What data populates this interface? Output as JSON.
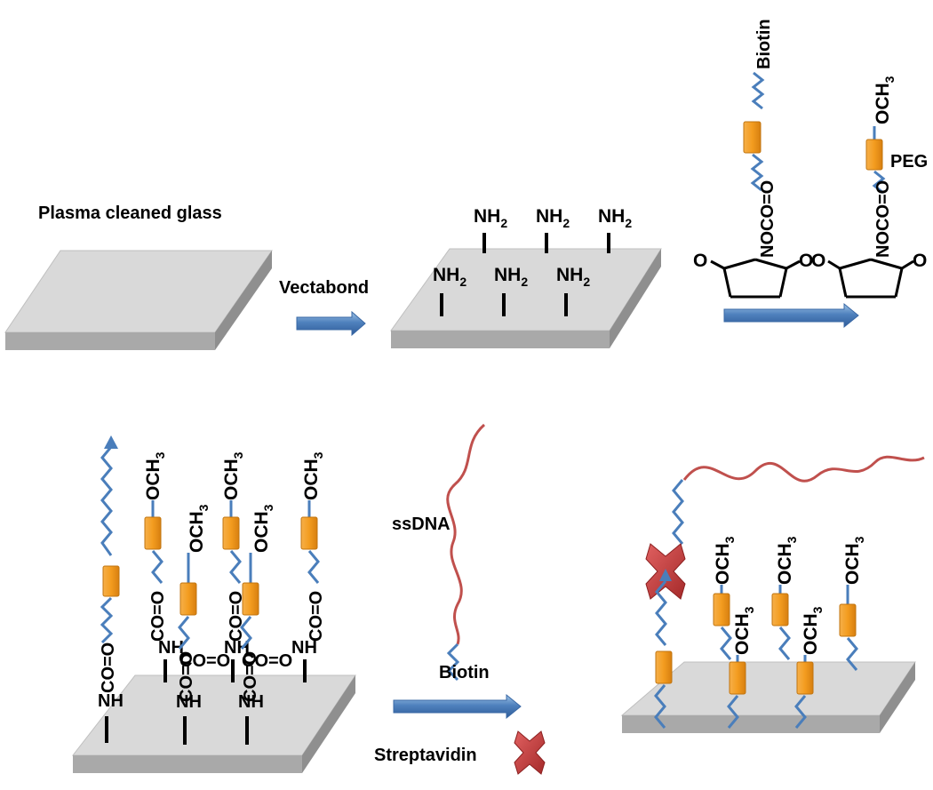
{
  "steps": {
    "glass_label": "Plasma cleaned glass",
    "vectabond_label": "Vectabond",
    "peg_label": "PEG",
    "ssdna_label": "ssDNA",
    "biotin_label": "Biotin",
    "streptavidin_label": "Streptavidin"
  },
  "groups": {
    "amine_main": "NH",
    "amine_sub": "2",
    "methoxy_main": "OCH",
    "methoxy_sub": "3",
    "biotin": "Biotin",
    "ester_linker": "NOCO=O",
    "amide_co": "CO=O",
    "amide_nh": "NH",
    "succinimide_o": "O"
  },
  "colors": {
    "surface_top": "#d9d9d9",
    "surface_side": "#a9a9a9",
    "peg_chain": "#4a7ebb",
    "peg_block": "#f39c1f",
    "dna": "#c0504d",
    "streptavidin": "#c0393b",
    "arrow": "#4f81bd"
  }
}
